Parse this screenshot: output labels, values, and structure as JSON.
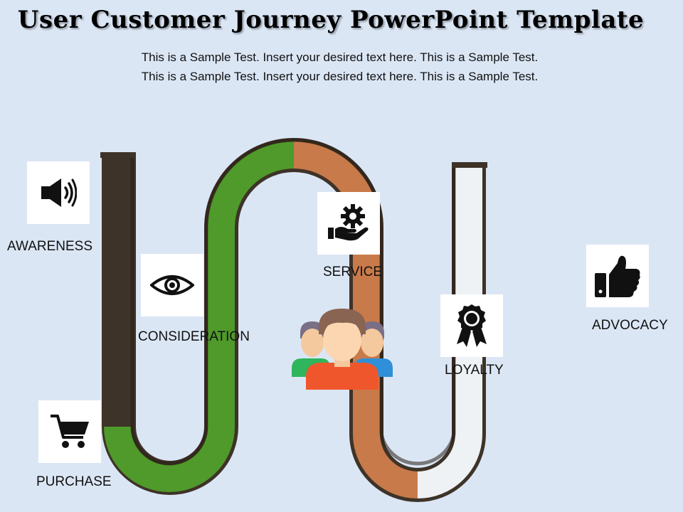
{
  "header": {
    "title": "User Customer Journey PowerPoint Template",
    "subtitle_line1": "This is a Sample Test. Insert your desired text here. This is a Sample Test.",
    "subtitle_line2": "This is a Sample Test. Insert your desired text here. This is a Sample Test."
  },
  "stages": {
    "awareness": {
      "label": "AWARENESS",
      "icon": "speaker-icon"
    },
    "consideration": {
      "label": "CONSIDERATION",
      "icon": "eye-icon"
    },
    "purchase": {
      "label": "PURCHASE",
      "icon": "shopping-cart-icon"
    },
    "service": {
      "label": "SERVICE",
      "icon": "gear-hand-icon"
    },
    "loyalty": {
      "label": "LOYALTY",
      "icon": "award-ribbon-icon"
    },
    "advocacy": {
      "label": "ADVOCACY",
      "icon": "thumbs-up-icon"
    }
  },
  "center_icon": "customer-group-icon",
  "colors": {
    "background": "#dbe6f5",
    "asphalt": "#5d6470",
    "grass": "#4f9a2a",
    "clay": "#c87a4a",
    "snow": "#eef2f5",
    "soil": "#3e3328"
  }
}
